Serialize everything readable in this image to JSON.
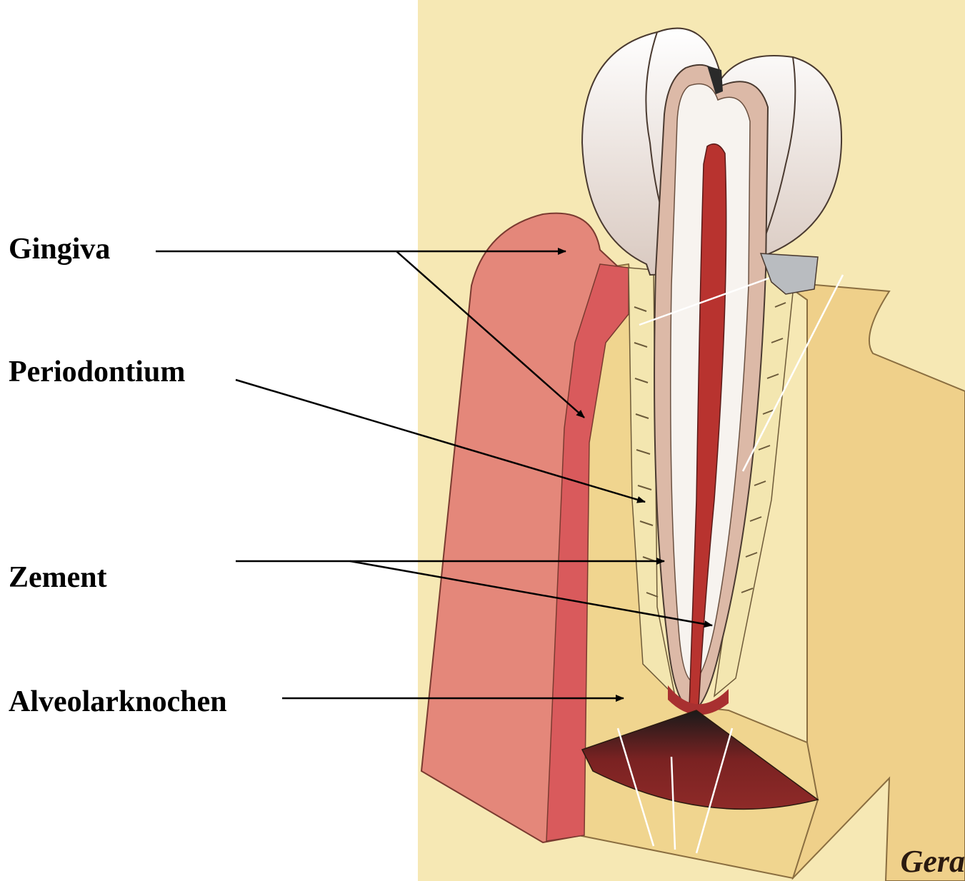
{
  "labels": {
    "gingiva": "Gingiva",
    "periodontium": "Periodontium",
    "zement": "Zement",
    "alveolarknochen": "Alveolarknochen"
  },
  "credit": "Gera",
  "colors": {
    "background_panel": "#f6e8b4",
    "gingiva": "#e4877a",
    "gingiva_inner": "#d95a5c",
    "bone": "#efd08a",
    "enamel": "#f7f3ef",
    "dentin": "#dcb9a7",
    "pulp": "#b8332f",
    "arrow": "#000000"
  }
}
